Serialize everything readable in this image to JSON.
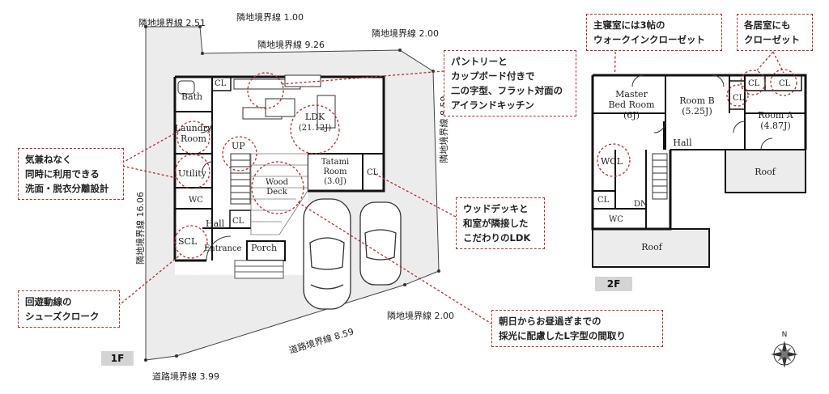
{
  "floor1": {
    "tag": "1F",
    "boundaries": {
      "b1": "隣地境界線 2.51",
      "b2": "隣地境界線 1.00",
      "b3": "隣地境界線 9.26",
      "b4": "隣地境界線 2.00",
      "b5": "隣地境界線 8.59",
      "b6": "隣地境界線 16.06",
      "b7": "隣地境界線 2.00",
      "b8": "道路境界線 8.59",
      "b9": "道路境界線 3.99"
    },
    "rooms": {
      "bath": "Bath",
      "cl1": "CL",
      "laundry1": "Laundry",
      "laundry2": "Room",
      "utility": "Utility",
      "wc": "WC",
      "hall": "Hall",
      "cl2": "CL",
      "scl": "SCL",
      "entrance": "Entrance",
      "porch": "Porch",
      "up": "UP",
      "ldk": "LDK",
      "ldk_size": "(21.12J)",
      "tatami1": "Tatami",
      "tatami2": "Room",
      "tatami_size": "(3.0J)",
      "cl3": "CL",
      "wood1": "Wood",
      "wood2": "Deck"
    }
  },
  "floor2": {
    "tag": "2F",
    "rooms": {
      "master1": "Master",
      "master2": "Bed Room",
      "master_size": "(6J)",
      "roomb": "Room B",
      "roomb_size": "(5.25J)",
      "rooma": "Room A",
      "rooma_size": "(4.87J)",
      "cl1": "CL",
      "cl2": "CL",
      "cl3": "CL",
      "hall": "Hall",
      "wcl": "WCL",
      "roof1": "Roof",
      "roof2": "Roof",
      "cl4": "CL",
      "wc": "WC",
      "dn": "DN"
    }
  },
  "notes": {
    "pantry": [
      "パントリーと",
      "カップボード付きで",
      "二の字型、フラット対面の",
      "アイランドキッチン"
    ],
    "laundry": [
      "気兼ねなく",
      "同時に利用できる",
      "洗面・脱衣分離設計"
    ],
    "deck": [
      "ウッドデッキと",
      "和室が隣接した",
      "こだわりのLDK"
    ],
    "shoes": [
      "回遊動線の",
      "シューズクローク"
    ],
    "light": [
      "朝日からお昼過ぎまでの",
      "採光に配慮したL字型の間取り"
    ],
    "walkin": [
      "主寝室には3帖の",
      "ウォークインクローゼット"
    ],
    "closet": [
      "各居室にも",
      "クローゼット"
    ]
  },
  "compass": {
    "north": "N"
  },
  "colors": {
    "note_border": "#b03030",
    "lot": "#ececec",
    "wall": "#111111"
  }
}
